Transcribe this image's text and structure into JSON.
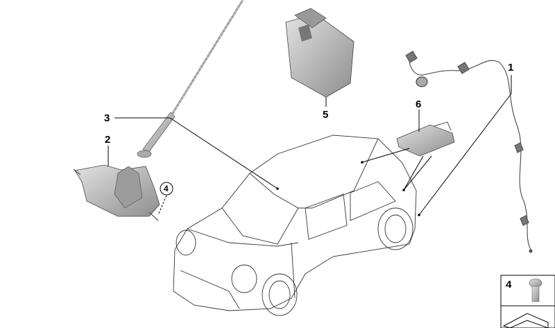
{
  "callouts": {
    "part_1": "1",
    "part_2": "2",
    "part_3": "3",
    "part_4_circled": "4",
    "part_5": "5",
    "part_6": "6"
  },
  "legend_box": {
    "part_4": "4"
  },
  "colors": {
    "line": "#000000",
    "part_fill": "#c8c8c8",
    "part_shade": "#8a8a8a"
  }
}
